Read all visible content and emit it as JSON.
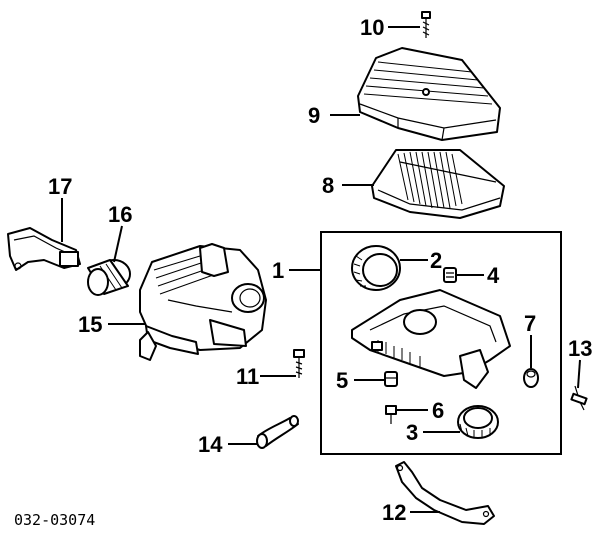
{
  "diagram": {
    "part_code": "032-03074",
    "callouts": [
      {
        "id": "1",
        "label": "1"
      },
      {
        "id": "2",
        "label": "2"
      },
      {
        "id": "3",
        "label": "3"
      },
      {
        "id": "4",
        "label": "4"
      },
      {
        "id": "5",
        "label": "5"
      },
      {
        "id": "6",
        "label": "6"
      },
      {
        "id": "7",
        "label": "7"
      },
      {
        "id": "8",
        "label": "8"
      },
      {
        "id": "9",
        "label": "9"
      },
      {
        "id": "10",
        "label": "10"
      },
      {
        "id": "11",
        "label": "11"
      },
      {
        "id": "12",
        "label": "12"
      },
      {
        "id": "13",
        "label": "13"
      },
      {
        "id": "14",
        "label": "14"
      },
      {
        "id": "15",
        "label": "15"
      },
      {
        "id": "16",
        "label": "16"
      },
      {
        "id": "17",
        "label": "17"
      }
    ]
  }
}
